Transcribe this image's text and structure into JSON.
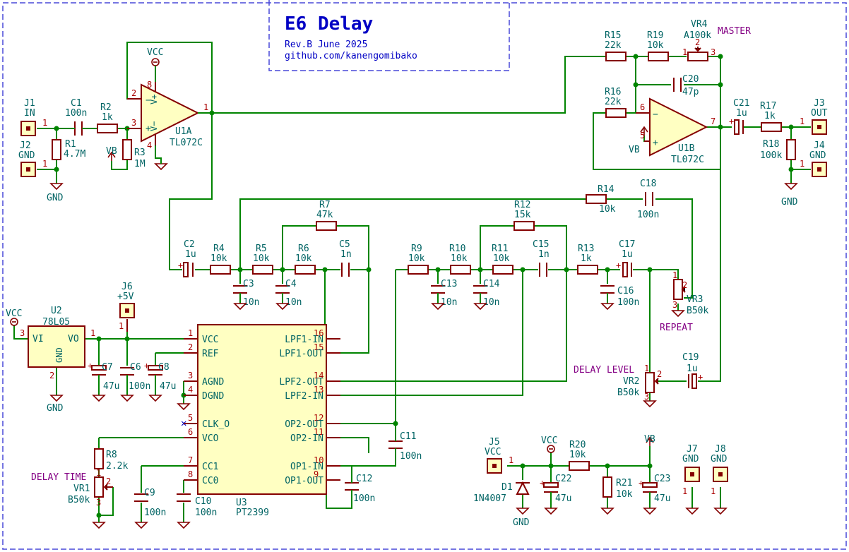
{
  "title_block": {
    "title": "E6 Delay",
    "rev": "Rev.B June 2025",
    "url": "github.com/kanengomibako"
  },
  "labels": {
    "master": "MASTER",
    "repeat": "REPEAT",
    "delay_level": "DELAY LEVEL",
    "delay_time": "DELAY TIME"
  },
  "nets": {
    "vcc": "VCC",
    "gnd": "GND",
    "vb": "VB"
  },
  "connectors": {
    "j1": {
      "ref": "J1",
      "val": "IN",
      "pin": "1"
    },
    "j2": {
      "ref": "J2",
      "val": "GND",
      "pin": "1"
    },
    "j3": {
      "ref": "J3",
      "val": "OUT",
      "pin": "1"
    },
    "j4": {
      "ref": "J4",
      "val": "GND",
      "pin": "1"
    },
    "j5": {
      "ref": "J5",
      "val": "VCC",
      "pin": "1"
    },
    "j6": {
      "ref": "J6",
      "val": "+5V",
      "pin": "1"
    },
    "j7": {
      "ref": "J7",
      "val": "GND",
      "pin": "1"
    },
    "j8": {
      "ref": "J8",
      "val": "GND",
      "pin": "1"
    }
  },
  "resistors": {
    "r1": {
      "ref": "R1",
      "val": "4.7M"
    },
    "r2": {
      "ref": "R2",
      "val": "1k"
    },
    "r3": {
      "ref": "R3",
      "val": "1M"
    },
    "r4": {
      "ref": "R4",
      "val": "10k"
    },
    "r5": {
      "ref": "R5",
      "val": "10k"
    },
    "r6": {
      "ref": "R6",
      "val": "10k"
    },
    "r7": {
      "ref": "R7",
      "val": "47k"
    },
    "r8": {
      "ref": "R8",
      "val": "2.2k"
    },
    "r9": {
      "ref": "R9",
      "val": "10k"
    },
    "r10": {
      "ref": "R10",
      "val": "10k"
    },
    "r11": {
      "ref": "R11",
      "val": "10k"
    },
    "r12": {
      "ref": "R12",
      "val": "15k"
    },
    "r13": {
      "ref": "R13",
      "val": "1k"
    },
    "r14": {
      "ref": "R14",
      "val": "10k"
    },
    "r15": {
      "ref": "R15",
      "val": "22k"
    },
    "r16": {
      "ref": "R16",
      "val": "22k"
    },
    "r17": {
      "ref": "R17",
      "val": "1k"
    },
    "r18": {
      "ref": "R18",
      "val": "100k"
    },
    "r19": {
      "ref": "R19",
      "val": "10k"
    },
    "r20": {
      "ref": "R20",
      "val": "10k"
    },
    "r21": {
      "ref": "R21",
      "val": "10k"
    }
  },
  "capacitors": {
    "c1": {
      "ref": "C1",
      "val": "100n"
    },
    "c2": {
      "ref": "C2",
      "val": "1u"
    },
    "c3": {
      "ref": "C3",
      "val": "10n"
    },
    "c4": {
      "ref": "C4",
      "val": "10n"
    },
    "c5": {
      "ref": "C5",
      "val": "1n"
    },
    "c6": {
      "ref": "C6",
      "val": "100n"
    },
    "c7": {
      "ref": "C7",
      "val": "47u"
    },
    "c8": {
      "ref": "C8",
      "val": "47u"
    },
    "c9": {
      "ref": "C9",
      "val": "100n"
    },
    "c10": {
      "ref": "C10",
      "val": "100n"
    },
    "c11": {
      "ref": "C11",
      "val": "100n"
    },
    "c12": {
      "ref": "C12",
      "val": "100n"
    },
    "c13": {
      "ref": "C13",
      "val": "10n"
    },
    "c14": {
      "ref": "C14",
      "val": "10n"
    },
    "c15": {
      "ref": "C15",
      "val": "1n"
    },
    "c16": {
      "ref": "C16",
      "val": "100n"
    },
    "c17": {
      "ref": "C17",
      "val": "1u"
    },
    "c18": {
      "ref": "C18",
      "val": "100n"
    },
    "c19": {
      "ref": "C19",
      "val": "1u"
    },
    "c20": {
      "ref": "C20",
      "val": "47p"
    },
    "c21": {
      "ref": "C21",
      "val": "1u"
    },
    "c22": {
      "ref": "C22",
      "val": "47u"
    },
    "c23": {
      "ref": "C23",
      "val": "47u"
    }
  },
  "pots": {
    "vr1": {
      "ref": "VR1",
      "val": "B50k"
    },
    "vr2": {
      "ref": "VR2",
      "val": "B50k"
    },
    "vr3": {
      "ref": "VR3",
      "val": "B50k"
    },
    "vr4": {
      "ref": "VR4",
      "val": "A100k"
    }
  },
  "d1": {
    "ref": "D1",
    "val": "1N4007"
  },
  "u1a": {
    "ref": "U1A",
    "val": "TL072C"
  },
  "u1b": {
    "ref": "U1B",
    "val": "TL072C"
  },
  "opamp_pins": {
    "u1a_out": "1",
    "u1a_inm": "2",
    "u1a_inp": "3",
    "u1a_vp": "8",
    "u1a_vm": "4",
    "u1b_inm": "6",
    "u1b_inp": "5",
    "u1b_out": "7",
    "minus": "−",
    "plus": "+",
    "vplus": "V+",
    "vminus": "V−"
  },
  "u2": {
    "ref": "U2",
    "val": "78L05",
    "vi": "VI",
    "vo": "VO",
    "gnd": "GND",
    "pin_vi": "3",
    "pin_vo": "1",
    "pin_gnd": "2"
  },
  "u3": {
    "ref": "U3",
    "val": "PT2399",
    "left": [
      {
        "num": "1",
        "name": "VCC"
      },
      {
        "num": "2",
        "name": "REF"
      },
      {
        "num": "3",
        "name": "AGND"
      },
      {
        "num": "4",
        "name": "DGND"
      },
      {
        "num": "5",
        "name": "CLK_O"
      },
      {
        "num": "6",
        "name": "VCO"
      },
      {
        "num": "7",
        "name": "CC1"
      },
      {
        "num": "8",
        "name": "CC0"
      }
    ],
    "right": [
      {
        "num": "16",
        "name": "LPF1-IN"
      },
      {
        "num": "15",
        "name": "LPF1-OUT"
      },
      {
        "num": "14",
        "name": "LPF2-OUT"
      },
      {
        "num": "13",
        "name": "LPF2-IN"
      },
      {
        "num": "12",
        "name": "OP2-OUT"
      },
      {
        "num": "11",
        "name": "OP2-IN"
      },
      {
        "num": "10",
        "name": "OP1-IN"
      },
      {
        "num": "9",
        "name": "OP1-OUT"
      }
    ]
  },
  "pot_pins": {
    "p1": "1",
    "p2": "2",
    "p3": "3"
  },
  "polarity": "+"
}
